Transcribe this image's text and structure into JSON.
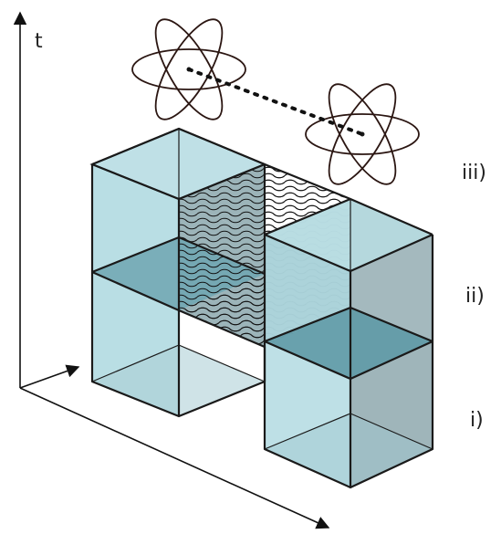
{
  "axis": {
    "t_label": "t"
  },
  "stage_labels": {
    "i": "i)",
    "ii": "ii)",
    "iii": "iii)"
  },
  "colors": {
    "cube_face_light": "#b7dde3",
    "cube_face_dark": "#8db9c4",
    "cube_top_dark": "#5f9aa7",
    "cube_side": "#9fb5ba",
    "edge": "#1a1a1a",
    "atom": "#2b1612"
  },
  "icons": [
    "atom-icon",
    "entanglement-wave-pattern"
  ]
}
